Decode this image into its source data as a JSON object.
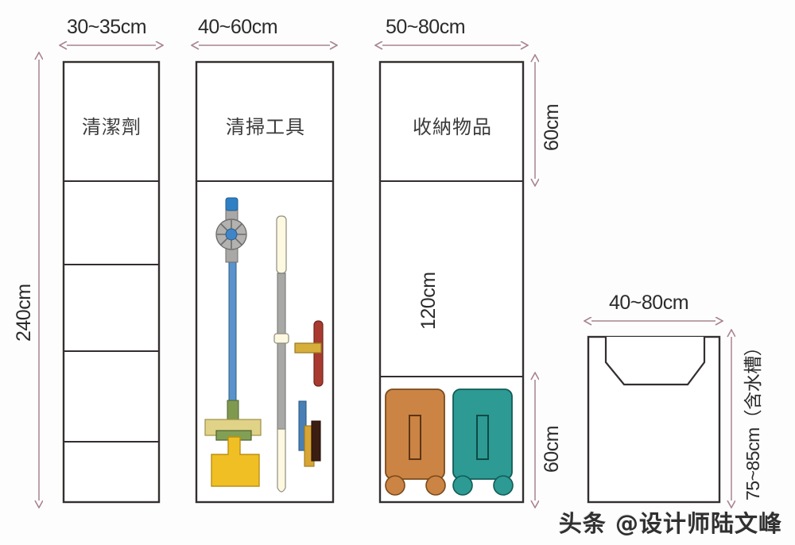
{
  "figure": {
    "title": "",
    "watermark": "头条 @设计师陆文峰",
    "colors": {
      "outline": "#332f2e",
      "dimension_arrow": "#a8848f",
      "background": "#fdfdfd",
      "vacuum_blue": "#3f86c8",
      "vacuum_grey": "#a9a8a6",
      "vacuum_green": "#7f9a4f",
      "mop_pale_yellow": "#e0d287",
      "dustpan_yellow": "#f0bf24",
      "brush_white": "#fdf8e0",
      "brush_grey": "#a8a8a6",
      "squeegee_red": "#a83a30",
      "squeegee_yellow": "#d6ae3c",
      "small_blue": "#4a7fb5",
      "small_gold": "#d8a434",
      "small_dark": "#3c1d12",
      "suitcase_orange": "#cb8444",
      "suitcase_teal": "#2d9a93"
    }
  },
  "cabinets": [
    {
      "id": "cleaning-agent-cabinet",
      "name": "清潔劑",
      "width_label": "30~35cm",
      "height_label": "240cm",
      "shelves": 5
    },
    {
      "id": "cleaning-tools-cabinet",
      "name": "清掃工具",
      "width_label": "40~60cm",
      "contents": [
        "stick-vacuum",
        "mop",
        "dustpan",
        "long-brush",
        "squeegee",
        "small-brush-set"
      ]
    },
    {
      "id": "storage-cabinet",
      "name": "收納物品",
      "width_label": "50~80cm",
      "top_height_label": "60cm",
      "middle_height_label": "120cm",
      "bottom_height_label": "60cm",
      "contents": [
        "suitcase-orange",
        "suitcase-teal"
      ]
    },
    {
      "id": "sink-cabinet",
      "name": "",
      "width_label": "40~80cm",
      "height_label": "75~85cm（含水槽）"
    }
  ],
  "dimensions": {
    "left_width": "30~35cm",
    "left_height": "240cm",
    "middle_width": "40~60cm",
    "right_width": "50~80cm",
    "right_top": "60cm",
    "right_middle": "120cm",
    "right_bottom": "60cm",
    "sink_width": "40~80cm",
    "sink_height": "75~85cm（含水槽）"
  },
  "labels": {
    "cleaning_agent": "清潔劑",
    "cleaning_tools": "清掃工具",
    "storage_items": "收納物品"
  }
}
